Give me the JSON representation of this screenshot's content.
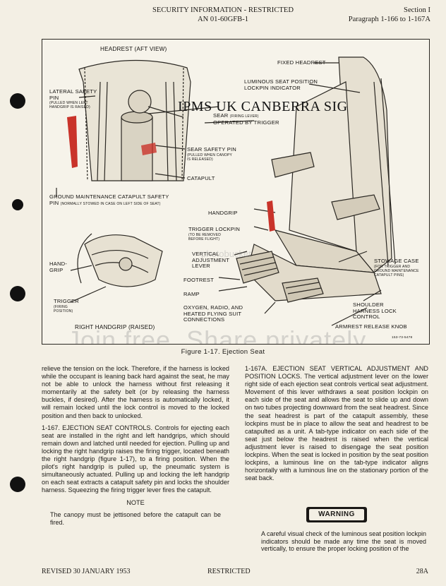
{
  "header": {
    "center_line1": "SECURITY INFORMATION - RESTRICTED",
    "center_line2": "AN 01-60GFB-1",
    "right_line1": "Section I",
    "right_line2": "Paragraph 1-166 to 1-167A"
  },
  "figure": {
    "caption": "Figure 1-17.   Ejection Seat",
    "ref_number": "153-73-5478",
    "labels": {
      "headrest_aft": "HEADREST (AFT VIEW)",
      "lateral_safety": "LATERAL SAFETY",
      "lateral_pin": "PIN",
      "lateral_sub": "(PULLED WHEN LEFT HANDGRIP IS RAISED)",
      "sear": "SEAR",
      "sear_sub": "(FIRING LEVER)",
      "sear_op": "OPERATED BY TRIGGER",
      "sear_pin": "SEAR SAFETY PIN",
      "sear_pin_sub": "(PULLED WHEN CANOPY IS RELEASED)",
      "catapult": "CATAPULT",
      "ground_pin1": "GROUND MAINTENANCE CATAPULT SAFETY",
      "ground_pin2": "PIN",
      "ground_pin_sub": "(NORMALLY STOWED IN CASE ON LEFT SIDE OF SEAT)",
      "fixed_headrest": "FIXED HEADREST",
      "luminous1": "LUMINOUS SEAT POSITION",
      "luminous2": "LOCKPIN INDICATOR",
      "handgrip": "HANDGRIP",
      "trigger_lockpin": "TRIGGER LOCKPIN",
      "trigger_lockpin_sub": "(TO BE REMOVED BEFORE FLIGHT)",
      "vertical1": "VERTICAL",
      "vertical2": "ADJUSTMENT",
      "vertical3": "LEVER",
      "hand": "HAND-",
      "grip": "GRIP",
      "trigger": "TRIGGER",
      "trigger_sub": "(FIRING POSITION)",
      "footrest": "FOOTREST",
      "ramp": "RAMP",
      "oxygen1": "OXYGEN, RADIO, AND",
      "oxygen2": "HEATED FLYING SUIT",
      "oxygen3": "CONNECTIONS",
      "stowage": "STOWAGE CASE",
      "stowage_sub": "(FOR TRIGGER AND GROUND MAINTENANCE CATAPULT PINS)",
      "shoulder1": "SHOULDER",
      "shoulder2": "HARNESS LOCK",
      "shoulder3": "CONTROL",
      "armrest": "ARMREST RELEASE KNOB",
      "right_handgrip": "RIGHT HANDGRIP (RAISED)"
    },
    "watermarks": {
      "club": "IPMS UK CANBERRA SIG",
      "site": "photobucket",
      "join": "Join free. Share privately."
    }
  },
  "body": {
    "left_p1": "relieve the tension on the lock. Therefore, if the harness is locked while the occupant is leaning back hard against the seat, he may not be able to unlock the harness without first releasing it momentarily at the safety belt (or by releasing the harness buckles, if desired). After the harness is automatically locked, it will remain locked until the lock control is moved to the locked position and then back to unlocked.",
    "left_p2": "1-167. EJECTION SEAT CONTROLS. Controls for ejecting each seat are installed in the right and left handgrips, which should remain down and latched until needed for ejection. Pulling up and locking the right handgrip raises the firing trigger, located beneath the right handgrip (figure 1-17), to a firing position. When the pilot's right handgrip is pulled up, the pneumatic system is simultaneously actuated. Pulling up and locking the left handgrip on each seat extracts a catapult safety pin and locks the shoulder harness. Squeezing the firing trigger lever fires the catapult.",
    "note_title": "NOTE",
    "note_text": "The canopy must be jettisoned before the catapult can be fired.",
    "right_p1": "1-167A. EJECTION SEAT VERTICAL ADJUSTMENT AND POSITION LOCKS. The vertical adjustment lever on the lower right side of each ejection seat controls vertical seat adjustment. Movement of this lever withdraws a seat position lockpin on each side of the seat and allows the seat to slide up and down on two tubes projecting downward from the seat headrest. Since the seat headrest is part of the catapult assembly, these lockpins must be in place to allow the seat and headrest to be catapulted as a unit. A tab-type indicator on each side of the seat just below the headrest is raised when the vertical adjustment lever is raised to disengage the seat position lockpins. When the seat is locked in position by the seat position lockpins, a luminous line on the tab-type indicator aligns horizontally with a luminous line on the stationary portion of the seat back.",
    "warning_label": "WARNING",
    "warning_text": "A careful visual check of the luminous seat position lockpin indicators should be made any time the seat is moved vertically, to ensure the proper locking position of the"
  },
  "footer": {
    "left": "REVISED 30 JANUARY 1953",
    "center": "RESTRICTED",
    "right": "28A"
  },
  "colors": {
    "paper": "#f3efe4",
    "ink": "#1d1b18",
    "red_pin": "#c9332a"
  }
}
